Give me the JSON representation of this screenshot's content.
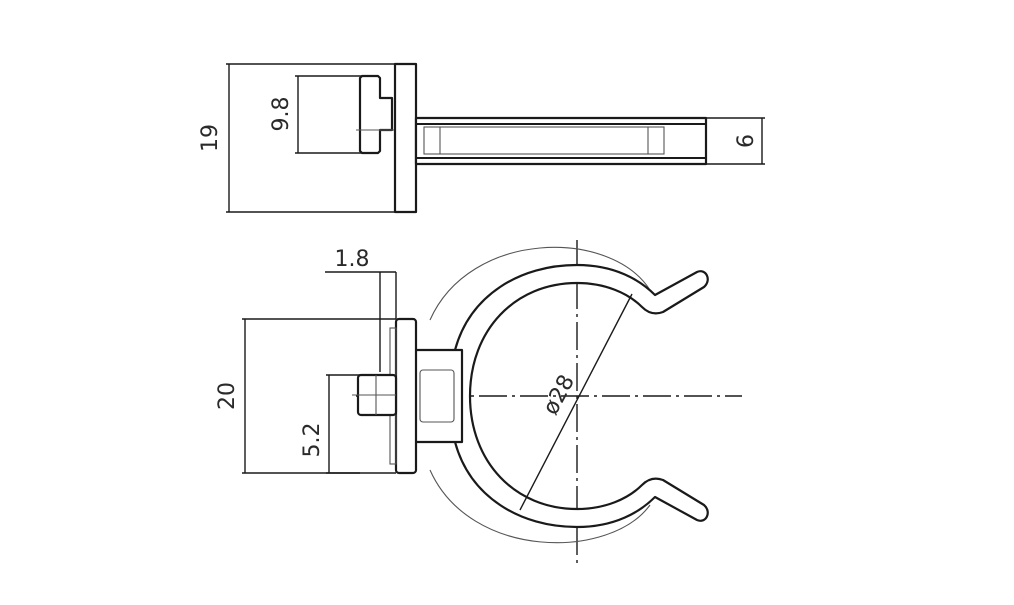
{
  "colors": {
    "background": "#ffffff",
    "line": "#1a1a1a",
    "text": "#2a2a2a"
  },
  "top_view": {
    "dim_overall_height": "19",
    "dim_screw_head": "9.8",
    "dim_bar_thickness": "6"
  },
  "front_view": {
    "dim_flange_thickness": "1.8",
    "dim_plate_height": "20",
    "dim_screw_offset": "5.2",
    "dim_clamp_diameter": "ø28"
  }
}
